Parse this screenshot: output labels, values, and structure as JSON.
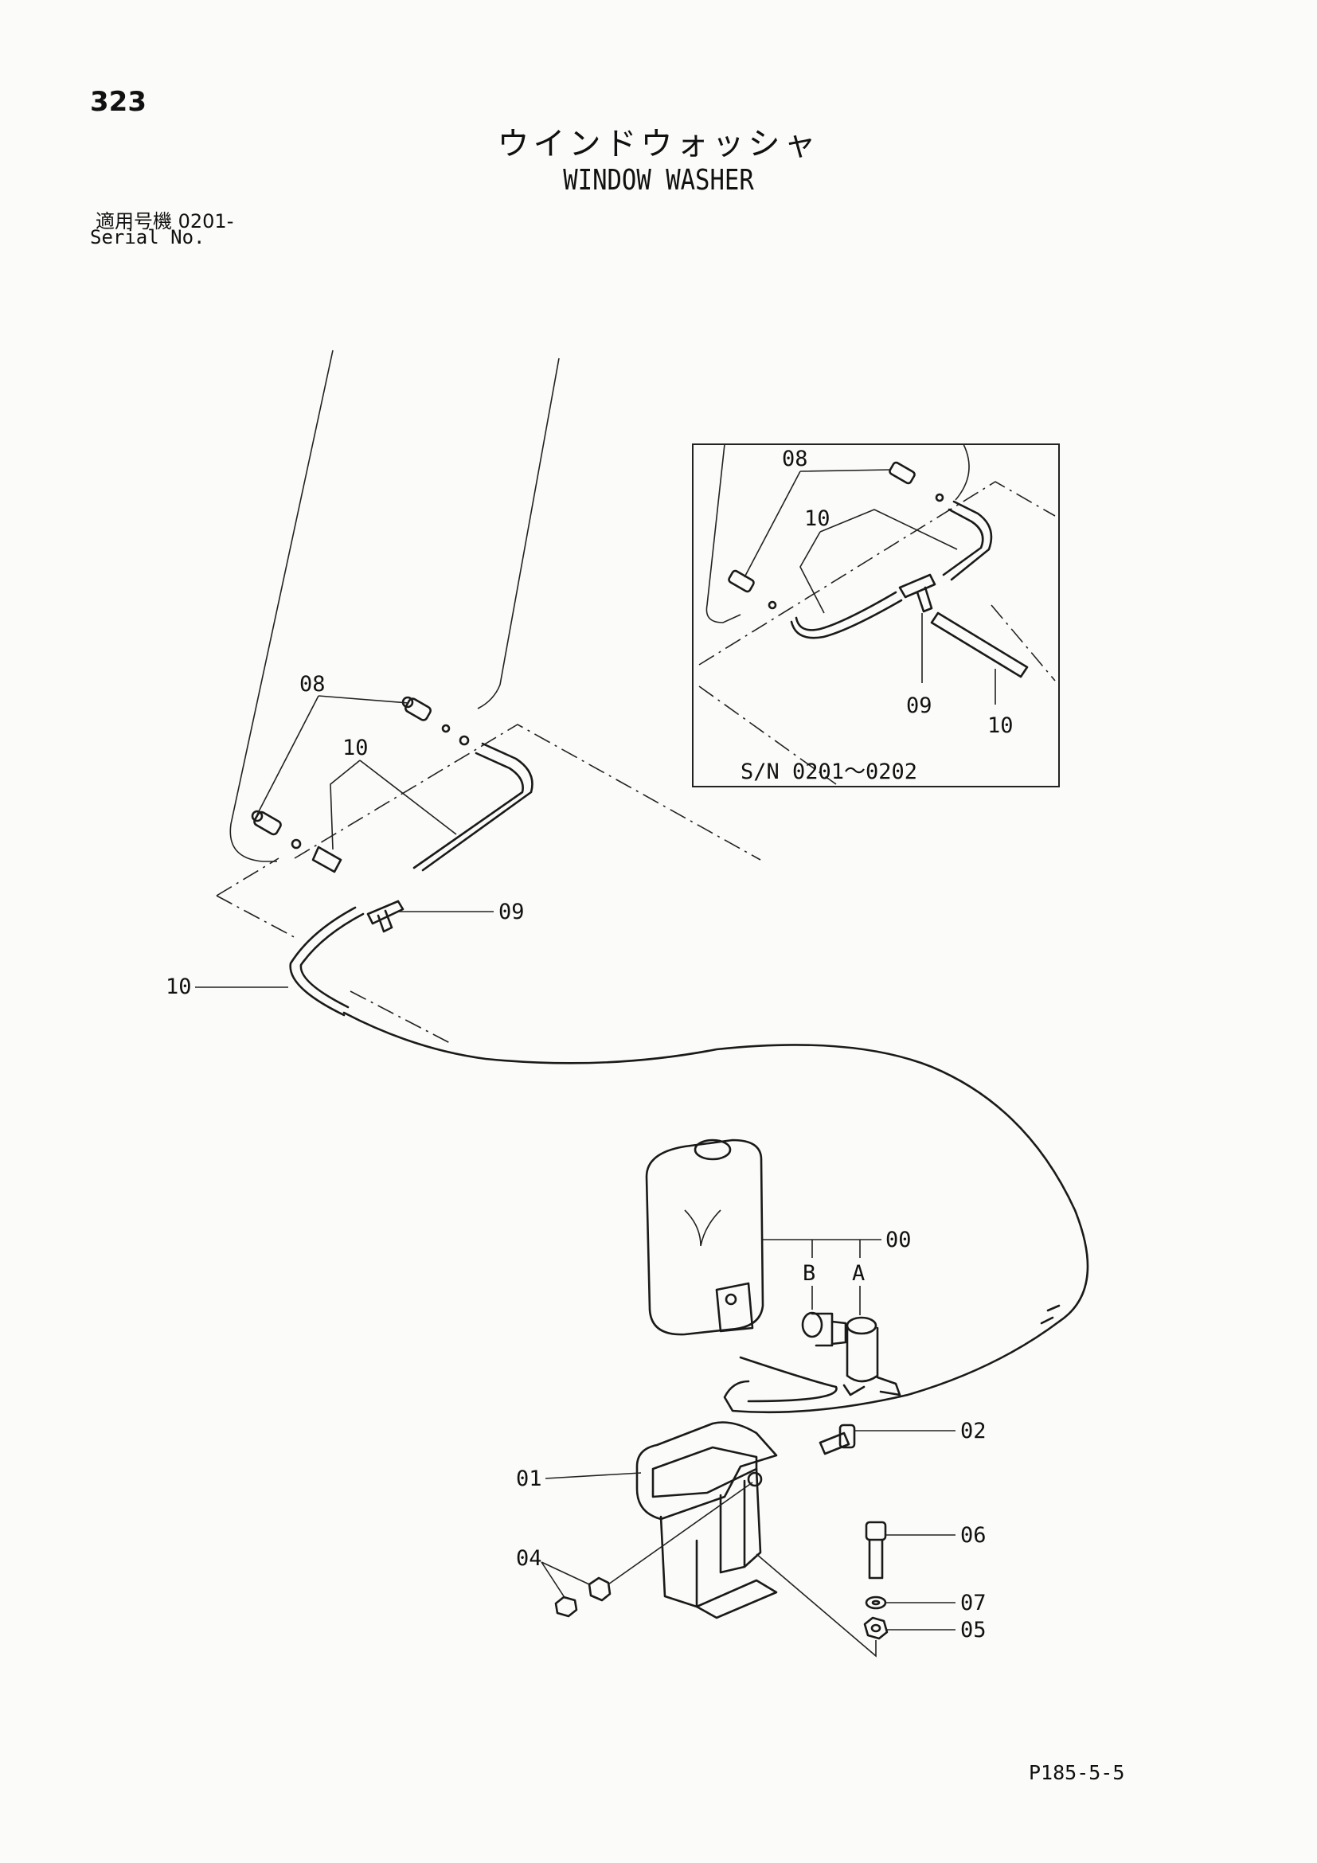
{
  "header": {
    "page_number": "323",
    "title_ja": "ウインドウォッシャ",
    "title_en": "WINDOW WASHER",
    "serial_label_ja": "適用号機 0201-",
    "serial_label_en": "Serial No."
  },
  "callouts": {
    "c08_main": "08",
    "c10_main": "10",
    "c09_main": "09",
    "c10_hose": "10",
    "c08_inset": "08",
    "c10_inset_a": "10",
    "c09_inset": "09",
    "c10_inset_b": "10",
    "c00": "00",
    "cB": "B",
    "cA": "A",
    "c02": "02",
    "c01": "01",
    "c06": "06",
    "c04": "04",
    "c07": "07",
    "c05": "05"
  },
  "inset": {
    "caption": "S/N  0201～0202"
  },
  "footer": {
    "page_code": "P185-5-5"
  }
}
